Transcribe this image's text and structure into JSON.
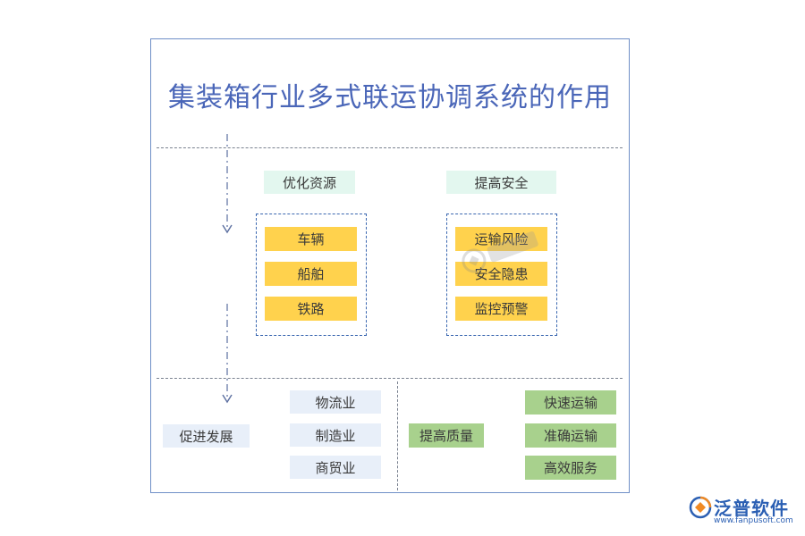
{
  "title": "集装箱行业多式联运协调系统的作用",
  "sections": {
    "optimize": {
      "label": "优化资源",
      "items": [
        "车辆",
        "船舶",
        "铁路"
      ]
    },
    "safety": {
      "label": "提高安全",
      "items": [
        "运输风险",
        "安全隐患",
        "监控预警"
      ]
    },
    "develop": {
      "label": "促进发展",
      "items": [
        "物流业",
        "制造业",
        "商贸业"
      ]
    },
    "quality": {
      "label": "提高质量",
      "items": [
        "快速运输",
        "准确运输",
        "高效服务"
      ]
    }
  },
  "logo": {
    "name": "泛普软件",
    "url": "www.fanpusoft.com"
  },
  "colors": {
    "title": "#4a66b8",
    "yellow": "#ffd24d",
    "mint": "#e3f7ef",
    "lightblue": "#e8eff9",
    "green": "#a8d18d",
    "dashed_border": "#3a67b0",
    "frame": "#6f8fc7"
  }
}
